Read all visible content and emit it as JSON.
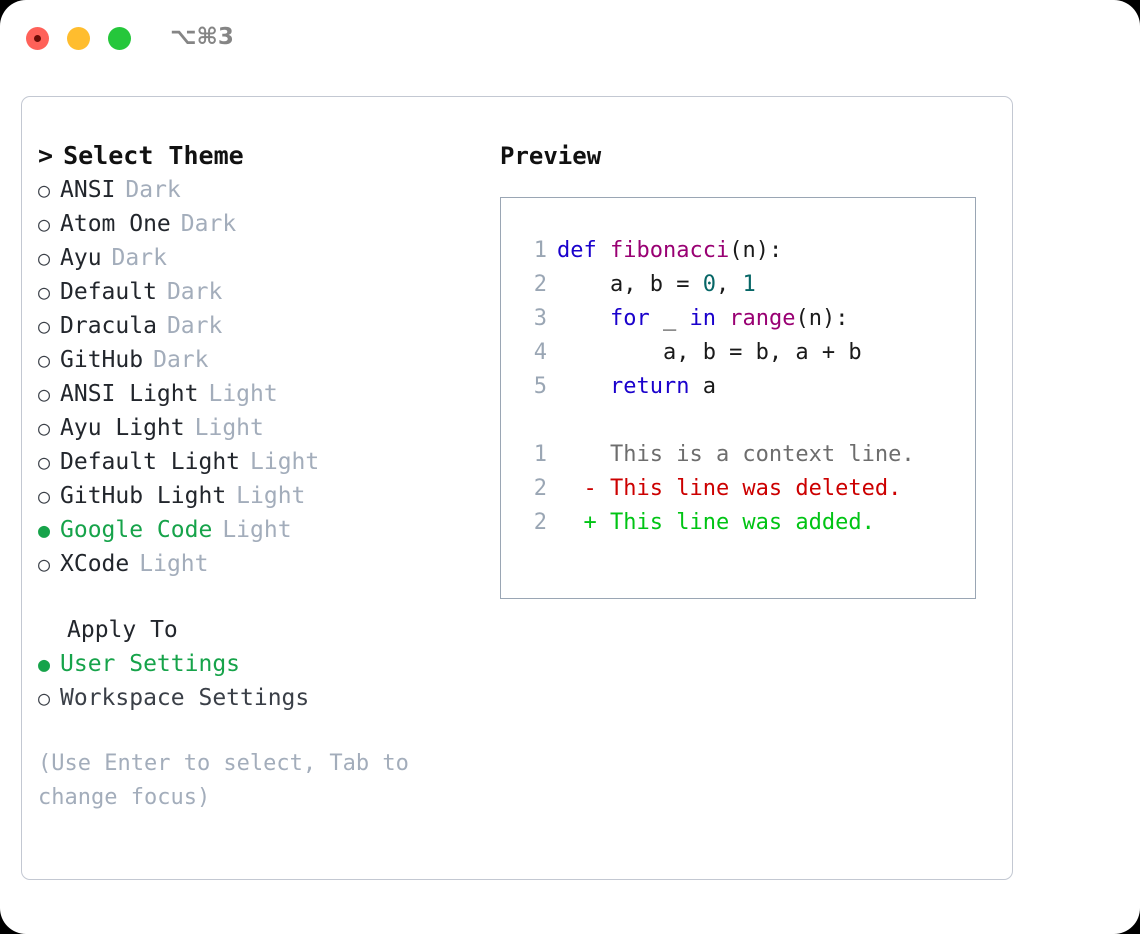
{
  "window": {
    "traffic_lights": [
      "close-red",
      "minimize-yellow",
      "maximize-green"
    ],
    "shortcut": "⌥⌘3"
  },
  "left_panel": {
    "header": {
      "caret": ">",
      "title": "Select Theme"
    },
    "bullet_off": "○",
    "bullet_on": "●",
    "themes": [
      {
        "name": "ANSI",
        "kind": "Dark",
        "selected": false
      },
      {
        "name": "Atom One",
        "kind": "Dark",
        "selected": false
      },
      {
        "name": "Ayu",
        "kind": "Dark",
        "selected": false
      },
      {
        "name": "Default",
        "kind": "Dark",
        "selected": false
      },
      {
        "name": "Dracula",
        "kind": "Dark",
        "selected": false
      },
      {
        "name": "GitHub",
        "kind": "Dark",
        "selected": false
      },
      {
        "name": "ANSI Light",
        "kind": "Light",
        "selected": false
      },
      {
        "name": "Ayu Light",
        "kind": "Light",
        "selected": false
      },
      {
        "name": "Default Light",
        "kind": "Light",
        "selected": false
      },
      {
        "name": "GitHub Light",
        "kind": "Light",
        "selected": false
      },
      {
        "name": "Google Code",
        "kind": "Light",
        "selected": true
      },
      {
        "name": "XCode",
        "kind": "Light",
        "selected": false
      }
    ],
    "apply_to": {
      "header": "Apply To",
      "options": [
        {
          "label": "User Settings",
          "selected": true
        },
        {
          "label": "Workspace Settings",
          "selected": false
        }
      ]
    },
    "hint": "(Use Enter to select, Tab to change focus)"
  },
  "right_panel": {
    "title": "Preview",
    "code_lines": [
      {
        "no": "1",
        "tokens": [
          {
            "t": "def",
            "c": "kw"
          },
          {
            "t": " ",
            "c": "plain"
          },
          {
            "t": "fibonacci",
            "c": "fn"
          },
          {
            "t": "(n):",
            "c": "plain"
          }
        ]
      },
      {
        "no": "2",
        "tokens": [
          {
            "t": "    a, b = ",
            "c": "plain"
          },
          {
            "t": "0",
            "c": "num"
          },
          {
            "t": ", ",
            "c": "plain"
          },
          {
            "t": "1",
            "c": "num"
          }
        ]
      },
      {
        "no": "3",
        "tokens": [
          {
            "t": "    ",
            "c": "plain"
          },
          {
            "t": "for",
            "c": "kw"
          },
          {
            "t": " _ ",
            "c": "plain"
          },
          {
            "t": "in",
            "c": "kw"
          },
          {
            "t": " ",
            "c": "plain"
          },
          {
            "t": "range",
            "c": "fn"
          },
          {
            "t": "(n):",
            "c": "plain"
          }
        ]
      },
      {
        "no": "4",
        "tokens": [
          {
            "t": "        a, b = b, a + b",
            "c": "plain"
          }
        ]
      },
      {
        "no": "5",
        "tokens": [
          {
            "t": "    ",
            "c": "plain"
          },
          {
            "t": "return",
            "c": "kw"
          },
          {
            "t": " a",
            "c": "plain"
          }
        ]
      }
    ],
    "diff_lines": [
      {
        "no": "1",
        "marker": " ",
        "text": "This is a context line.",
        "kind": "ctx"
      },
      {
        "no": "2",
        "marker": "-",
        "text": "This line was deleted.",
        "kind": "del"
      },
      {
        "no": "2",
        "marker": "+",
        "text": "This line was added.",
        "kind": "add"
      }
    ]
  },
  "colors": {
    "accent_green": "#16a34a",
    "keyword_blue": "#1a01cc",
    "function_magenta": "#990073",
    "number_teal": "#066666",
    "diff_deleted": "#cc0000",
    "diff_added": "#00c414",
    "muted": "#a3adbb",
    "panel_border": "#c3c8d2",
    "preview_border": "#9aa6b4"
  }
}
